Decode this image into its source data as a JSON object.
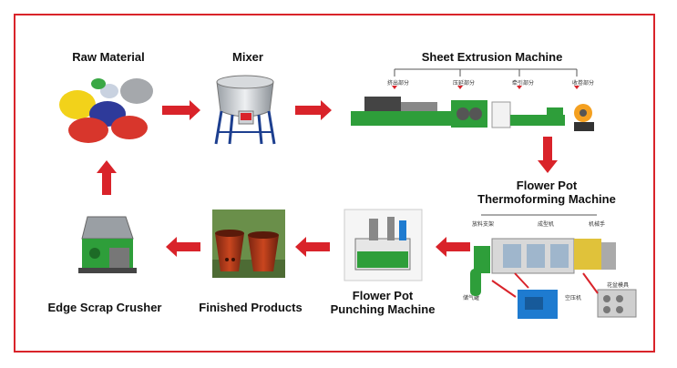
{
  "colors": {
    "arrow": "#d9232a",
    "frame": "#d9232a",
    "machine_green": "#2e9e3a"
  },
  "steps": {
    "raw_material": "Raw Material",
    "mixer": "Mixer",
    "sheet_extrusion": "Sheet Extrusion Machine",
    "thermoforming_line1": "Flower Pot",
    "thermoforming_line2": "Thermoforming Machine",
    "punching_line1": "Flower Pot",
    "punching_line2": "Punching Machine",
    "finished_products": "Finished Products",
    "edge_scrap_crusher": "Edge Scrap Crusher"
  },
  "extrusion_parts": [
    "挤出部分",
    "压延部分",
    "牵引部分",
    "收卷部分"
  ],
  "thermo_parts": [
    "放料支架",
    "成型机",
    "机械手",
    "储气罐",
    "空压机",
    "花盆模具"
  ]
}
